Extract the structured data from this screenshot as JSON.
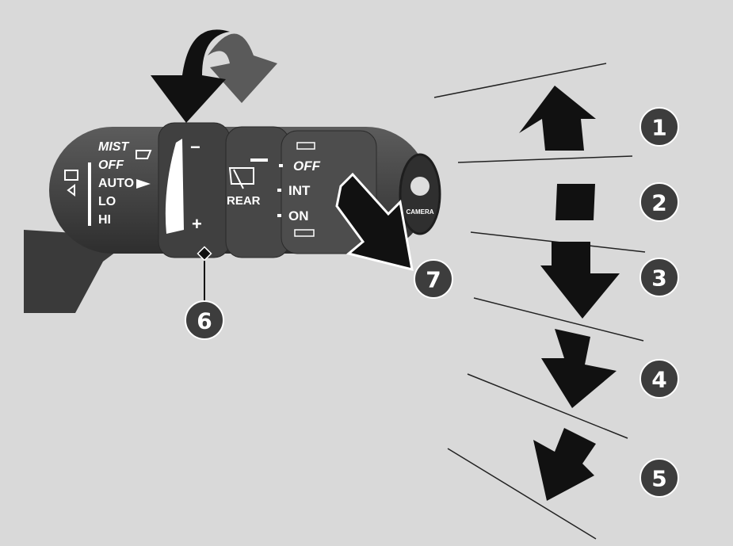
{
  "stalk": {
    "front_labels": [
      "MIST",
      "OFF",
      "AUTO",
      "LO",
      "HI"
    ],
    "ring_minus": "−",
    "ring_plus": "+",
    "rear_label": "REAR",
    "rear_labels": [
      "OFF",
      "INT",
      "ON"
    ],
    "camera_label": "CAMERA"
  },
  "callouts": [
    "1",
    "2",
    "3",
    "4",
    "5",
    "6",
    "7"
  ],
  "colors": {
    "background": "#d9d9d9",
    "stalk": "#4a4a4a",
    "callout": "#3d3d3d",
    "arrow": "#111111",
    "arrow_light": "#5a5a5a"
  }
}
